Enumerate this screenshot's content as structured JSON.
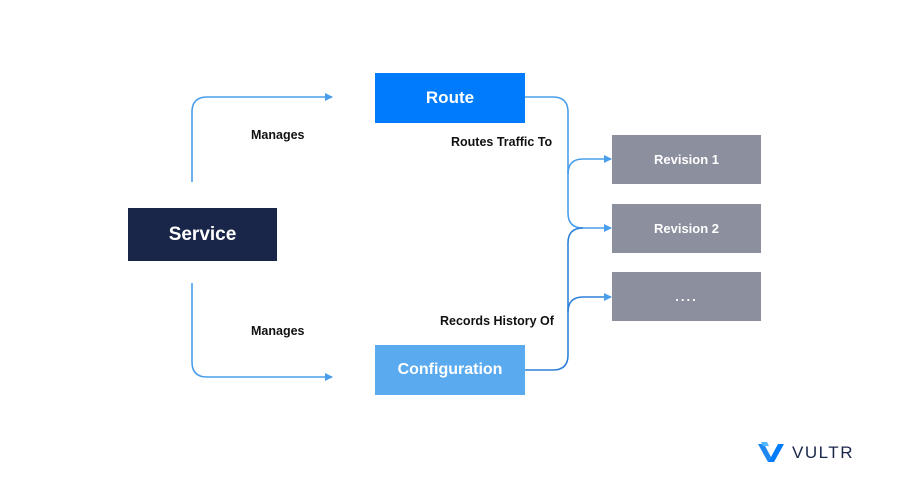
{
  "nodes": {
    "service": "Service",
    "route": "Route",
    "configuration": "Configuration",
    "revisions": [
      "Revision 1",
      "Revision 2",
      "...."
    ]
  },
  "edge_labels": {
    "manages_top": "Manages",
    "manages_bottom": "Manages",
    "routes_traffic": "Routes Traffic To",
    "records_history": "Records History Of"
  },
  "brand": {
    "name": "VULTR"
  },
  "colors": {
    "service": "#19264a",
    "route": "#007bfc",
    "configuration": "#5aaaf0",
    "revision": "#8b8f9e",
    "connector": "#4a9fec",
    "logo_primary": "#1e88f0",
    "logo_secondary": "#51b9ff"
  }
}
